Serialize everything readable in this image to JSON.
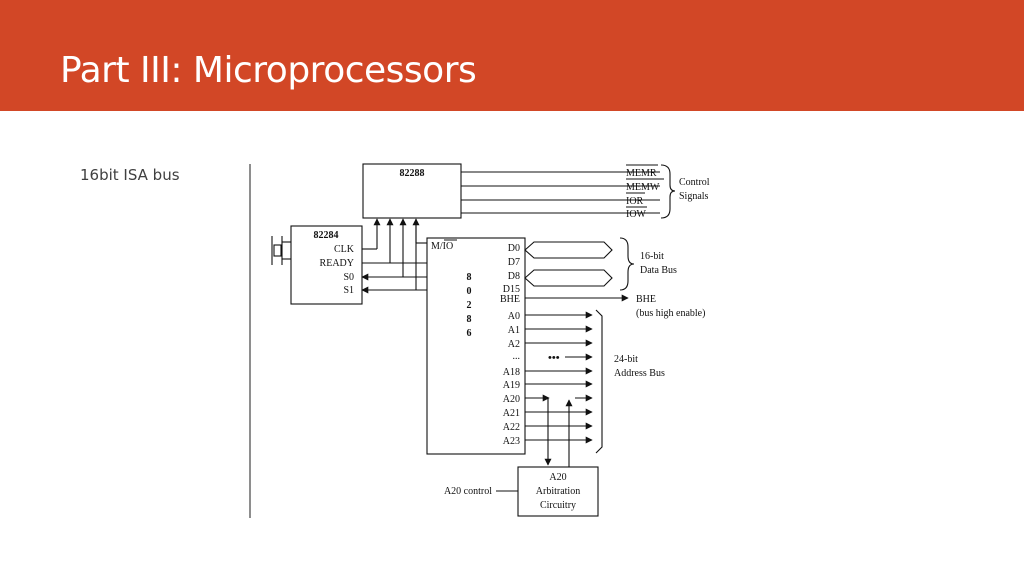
{
  "slide": {
    "title": "Part III: Microprocessors",
    "subtitle": "16bit ISA bus",
    "colors": {
      "header": "#d24726",
      "title_text": "#ffffff"
    }
  },
  "diagram": {
    "chip_82288": "82288",
    "chip_82284": "82284",
    "pins_82284": [
      "CLK",
      "READY",
      "S0",
      "S1"
    ],
    "cpu_label": [
      "8",
      "0",
      "2",
      "8",
      "6"
    ],
    "mio_pin": "M/IO",
    "control_signals": [
      "MEMR",
      "MEMW",
      "IOR",
      "IOW"
    ],
    "control_group": [
      "Control",
      "Signals"
    ],
    "data_pins": [
      "D0",
      "D7",
      "D8",
      "D15"
    ],
    "data_group": [
      "16-bit",
      "Data Bus"
    ],
    "bhe_pin": "BHE",
    "bhe_label": [
      "BHE",
      "(bus high enable)"
    ],
    "address_pins": [
      "A0",
      "A1",
      "A2",
      "...",
      "A18",
      "A19",
      "A20",
      "A21",
      "A22",
      "A23"
    ],
    "address_dots": "•••",
    "address_group": [
      "24-bit",
      "Address Bus"
    ],
    "arbitration_box": [
      "A20",
      "Arbitration",
      "Circuitry"
    ],
    "a20_control": "A20 control"
  }
}
